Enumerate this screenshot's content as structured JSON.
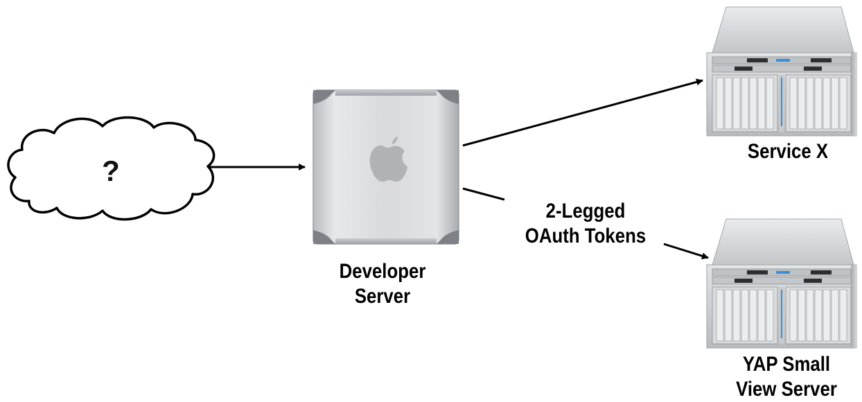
{
  "nodes": {
    "cloud": {
      "text": "?"
    },
    "developer_server": {
      "line1": "Developer",
      "line2": "Server"
    },
    "service_x": {
      "label": "Service X"
    },
    "yap_server": {
      "line1": "YAP Small",
      "line2": "View Server"
    }
  },
  "edges": {
    "oauth_label": {
      "line1": "2-Legged",
      "line2": "OAuth Tokens"
    }
  },
  "colors": {
    "stroke": "#000000",
    "tower_silver": "#d6d8da",
    "rack_silver": "#cfd2d5",
    "led_blue": "#3a8fd8"
  }
}
